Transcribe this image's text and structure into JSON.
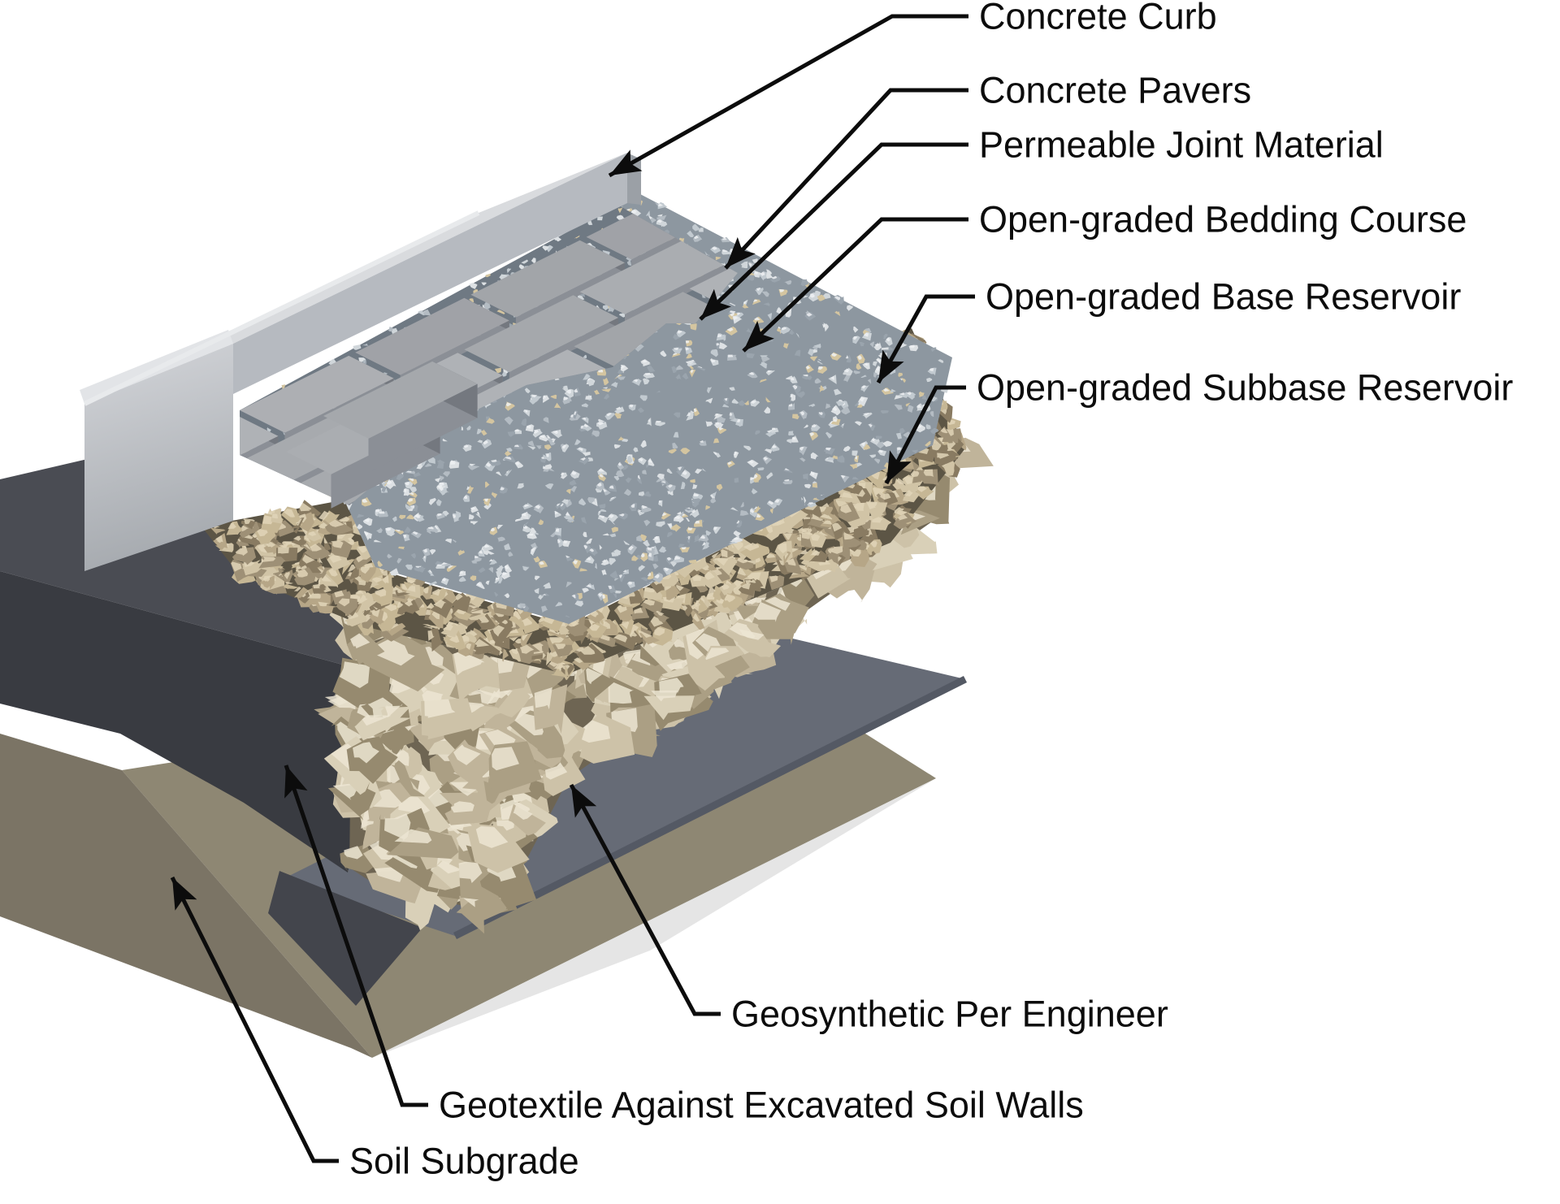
{
  "diagram": {
    "type": "layered cross-section (permeable interlocking concrete pavement)",
    "labels": {
      "concrete_curb": "Concrete Curb",
      "concrete_pavers": "Concrete Pavers",
      "permeable_joint": "Permeable Joint Material",
      "bedding_course": "Open-graded Bedding Course",
      "base_reservoir": "Open-graded Base Reservoir",
      "subbase_reservoir": "Open-graded Subbase Reservoir",
      "geosynthetic": "Geosynthetic Per Engineer",
      "geotextile": "Geotextile Against Excavated Soil Walls",
      "soil_subgrade": "Soil Subgrade"
    },
    "colors": {
      "background": "#ffffff",
      "leader_line": "#0c0c0c",
      "curb_top": "#d9dbde",
      "curb_side": "#b6bac0",
      "curb_end_light": "#d4d6da",
      "curb_end_dark": "#a6aaaf",
      "paver_top": "#a6aab0",
      "paver_front": "#8b8f96",
      "paver_end": "#74787f",
      "joint_gravel_gap": "#6f7983",
      "bedding_gap": "#8d97a0",
      "bedding_pebbles": [
        "#d0d6da",
        "#b4bcc3",
        "#9aa4ad",
        "#dde1e4",
        "#d4c5a0",
        "#c2cad0"
      ],
      "base_gap": "#5c5545",
      "base_rocks": [
        "#c6b795",
        "#b6a687",
        "#d1c4a6",
        "#9e9076",
        "#897b62"
      ],
      "subbase_gap": "#6e6553",
      "subbase_rocks": [
        "#d9d0b8",
        "#cdc2a8",
        "#c0b49a",
        "#ab9f84",
        "#968a6f"
      ],
      "geotextile_top": "#4a4c53",
      "geotextile_front": "#393b41",
      "geosynthetic_sheet": "#666b76",
      "subgrade_top": "#8e8773",
      "subgrade_front": "#7b7465"
    }
  }
}
